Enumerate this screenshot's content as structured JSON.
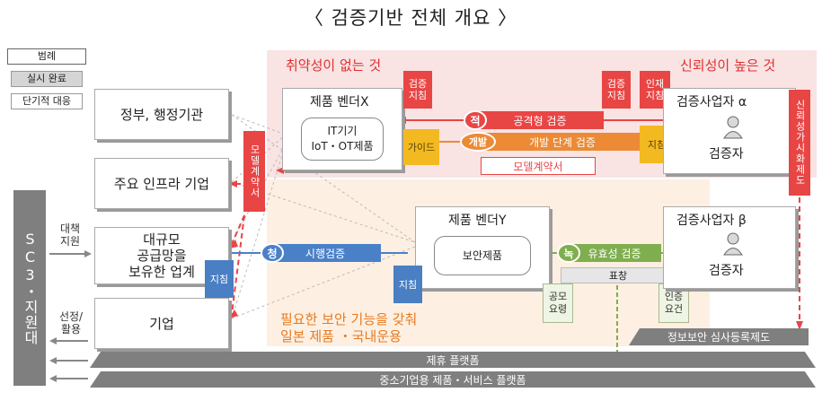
{
  "title": "〈 검증기반 전체 개요 〉",
  "legend": {
    "header": "범례",
    "done": "실시 완료",
    "short_term": "단기적 대응"
  },
  "zones": {
    "no_vulnerability": "취약성이 없는 것",
    "high_trust": "신뢰성이 높은 것",
    "security_feature_1": "필요한 보안 기능을 갖춰",
    "security_feature_2": "일본 제품 ・국내운용"
  },
  "left_entities": {
    "government": "정부, 행정기관",
    "infra": "주요 인프라 기업",
    "large_1": "대규모",
    "large_2": "공급망을",
    "large_3": "보유한 업계",
    "company": "기업"
  },
  "sc3": {
    "label": "SC3・지원대",
    "support_label_1": "대책",
    "support_label_2": "지원",
    "select_label_1": "선정/",
    "select_label_2": "활용"
  },
  "vendor_x": {
    "title": "제품 벤더X",
    "product_1": "IT기기",
    "product_2": "IoT・OT제품"
  },
  "vendor_y": {
    "title": "제품 벤더Y",
    "product": "보안제품"
  },
  "verifier_alpha": {
    "title": "검증사업자 α",
    "person": "검증자"
  },
  "verifier_beta": {
    "title": "검증사업자 β",
    "person": "검증자"
  },
  "notes": {
    "verify_guide_1": "검증\n지침",
    "verify_guide_2": "검증\n지침",
    "talent_guide": "인재\n지침",
    "guide": "가이드",
    "guide_yellow": "지침",
    "guide_blue_1": "지침",
    "guide_blue_2": "지침",
    "model_contract_vertical": "모델계약서",
    "model_contract": "모델계약서",
    "trust_visual": "신뢰성가시화제도",
    "public_req": "공모\n요령",
    "cert_req": "인증\n요건",
    "award": "표창"
  },
  "flows": {
    "red_circle": "적",
    "offensive": "공격형 검증",
    "dev_circle": "개발",
    "dev_stage": "개발 단계 검증",
    "blue_circle": "청",
    "trial": "시행검증",
    "green_circle": "녹",
    "effectiveness": "유효성 검증"
  },
  "platforms": {
    "partner": "제휴 플랫폼",
    "sme": "중소기업용 제품・서비스 플랫폼",
    "security_reg": "정보보안 심사등록제도"
  },
  "colors": {
    "red": "#e84545",
    "orange": "#ec8a35",
    "blue": "#4a80c8",
    "green": "#7fae4f",
    "yellow": "#f3b921",
    "gray": "#7f7f7f"
  }
}
